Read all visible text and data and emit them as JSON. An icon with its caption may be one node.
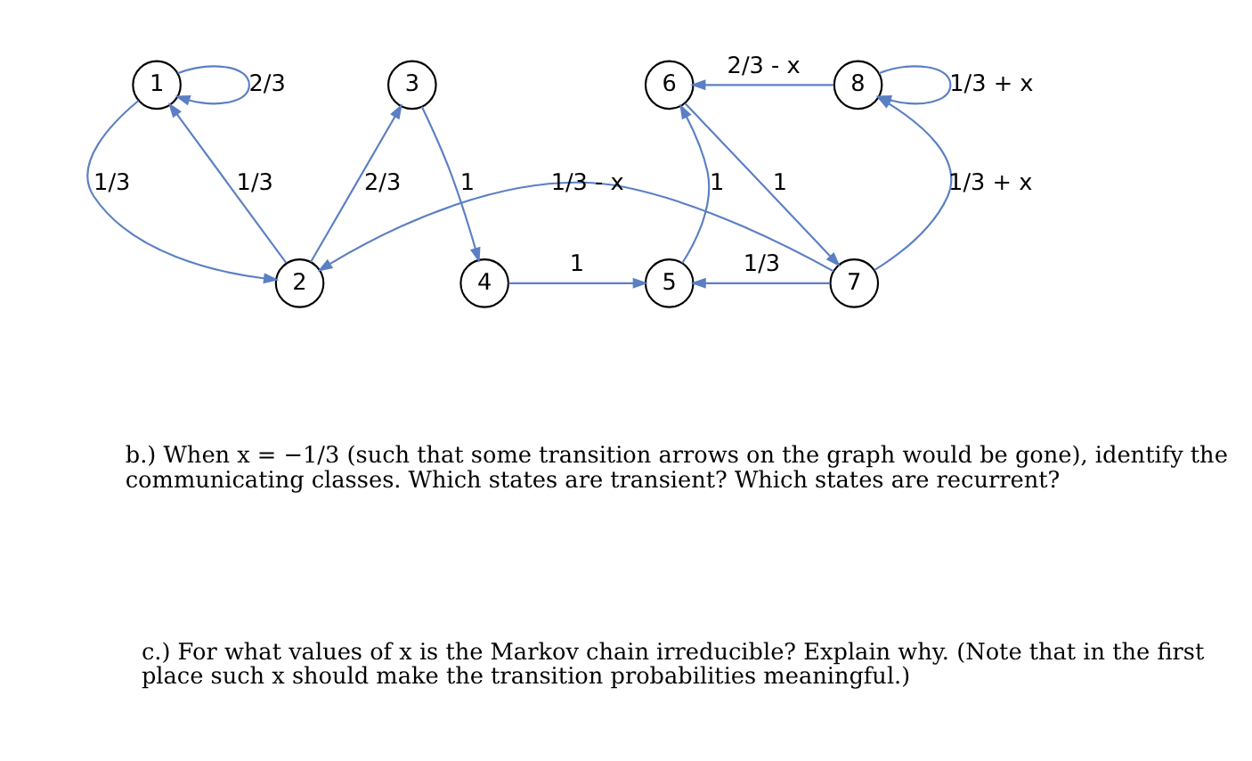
{
  "diagram": {
    "nodes": [
      {
        "text": [
          "1"
        ]
      },
      {
        "text": [
          "2"
        ]
      },
      {
        "text": [
          "3"
        ]
      },
      {
        "text": [
          "4"
        ]
      },
      {
        "text": [
          "5"
        ]
      },
      {
        "text": [
          "6"
        ]
      },
      {
        "text": [
          "7"
        ]
      },
      {
        "text": [
          "8"
        ]
      }
    ],
    "edges": [
      {
        "from": 0,
        "to": 0,
        "arrow": "to",
        "label": "2/3"
      },
      {
        "from": 0,
        "to": 1,
        "arrow": "to",
        "label": "1/3"
      },
      {
        "from": 1,
        "to": 0,
        "arrow": "to",
        "label": "1/3"
      },
      {
        "from": 1,
        "to": 2,
        "arrow": "to",
        "label": "2/3"
      },
      {
        "from": 2,
        "to": 3,
        "arrow": "to",
        "label": "1"
      },
      {
        "from": 3,
        "to": 4,
        "arrow": "to",
        "label": "1"
      },
      {
        "from": 4,
        "to": 5,
        "arrow": "to",
        "label": "1"
      },
      {
        "from": 5,
        "to": 6,
        "arrow": "to",
        "label": "1"
      },
      {
        "from": 6,
        "to": 4,
        "arrow": "to",
        "label": "1/3"
      },
      {
        "from": 6,
        "to": 7,
        "arrow": "to",
        "label": "1/3 + x"
      },
      {
        "from": 6,
        "to": 1,
        "arrow": "to",
        "label": "1/3 - x"
      },
      {
        "from": 7,
        "to": 5,
        "arrow": "to",
        "label": "2/3 - x"
      },
      {
        "from": 7,
        "to": 7,
        "arrow": "to",
        "label": "1/3 + x"
      }
    ],
    "labels": [
      "b.) When x = −1/3 (such that some transition arrows on the graph would be gone), identify the communicating classes. Which states are transient? Which states are recurrent?",
      "c.) For what values of x is the Markov chain irreducible? Explain why. (Note that in the first place such x should make the transition probabilities meaningful.)"
    ]
  }
}
